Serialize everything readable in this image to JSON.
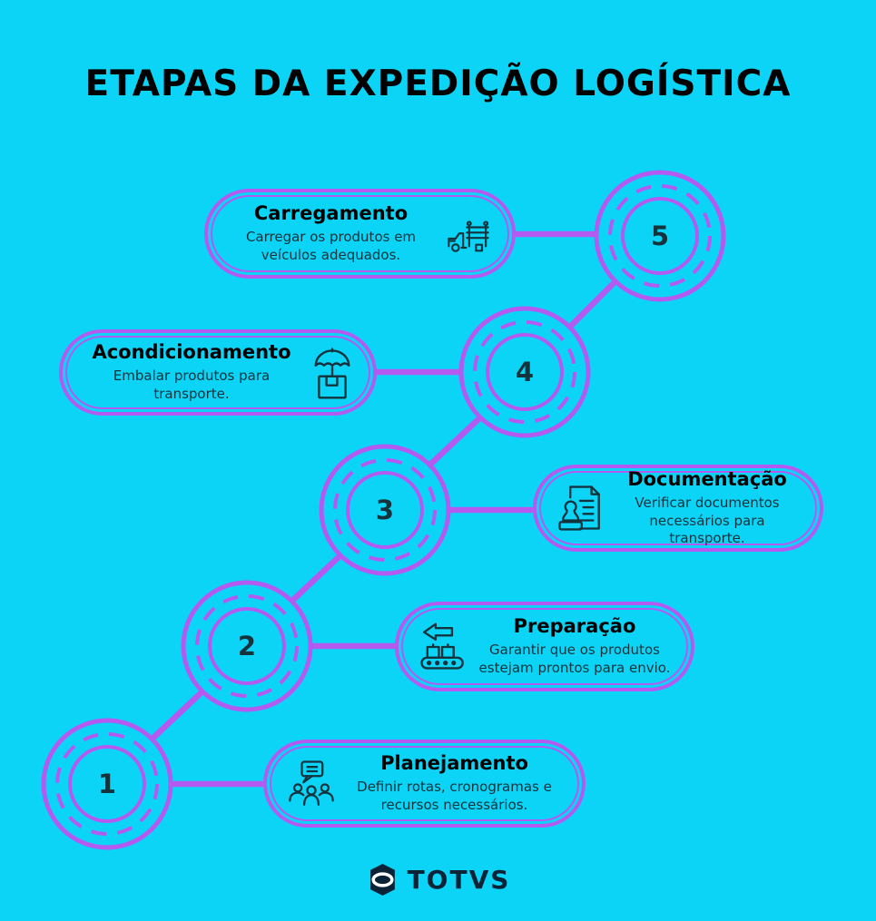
{
  "title": "ETAPAS DA EXPEDIÇÃO LOGÍSTICA",
  "colors": {
    "background": "#0bd4f7",
    "accent": "#b45af0",
    "text_dark": "#14333c",
    "title": "#000000",
    "logo": "#0a2337"
  },
  "steps": [
    {
      "number": "1",
      "title": "Planejamento",
      "description": "Definir rotas, cronogramas e recursos necessários.",
      "icon": "team-discussion-icon",
      "icon_side": "left"
    },
    {
      "number": "2",
      "title": "Preparação",
      "description": "Garantir que os produtos estejam prontos para envio.",
      "icon": "conveyor-arrow-icon",
      "icon_side": "left"
    },
    {
      "number": "3",
      "title": "Documentação",
      "description": "Verificar documentos necessários para transporte.",
      "icon": "document-stamp-icon",
      "icon_side": "left"
    },
    {
      "number": "4",
      "title": "Acondicionamento",
      "description": "Embalar produtos  para transporte.",
      "icon": "umbrella-box-icon",
      "icon_side": "right"
    },
    {
      "number": "5",
      "title": "Carregamento",
      "description": "Carregar os produtos em veículos adequados.",
      "icon": "cargo-truck-icon",
      "icon_side": "right"
    }
  ],
  "footer": {
    "logo_text": "TOTVS"
  }
}
